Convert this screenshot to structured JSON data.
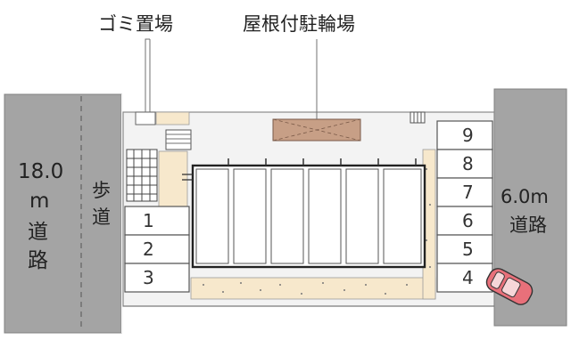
{
  "labels": {
    "garbage_area": "ゴミ置場",
    "covered_bicycle_parking": "屋根付駐輪場",
    "left_road_width": "18.0",
    "left_road_unit": "m",
    "left_road_char1": "道",
    "left_road_char2": "路",
    "sidewalk_char1": "歩",
    "sidewalk_char2": "道",
    "right_road_width": "6.0m",
    "right_road_name": "道路"
  },
  "parking": {
    "left_stalls": [
      "1",
      "2",
      "3"
    ],
    "right_stalls": [
      "9",
      "8",
      "7",
      "6",
      "5",
      "4"
    ]
  },
  "colors": {
    "road": "#a4a4a4",
    "bicycle_roof": "#c79f86",
    "planting": "#f7e8cc",
    "car": "#e8707a"
  },
  "icons": {
    "car": "car-icon"
  }
}
